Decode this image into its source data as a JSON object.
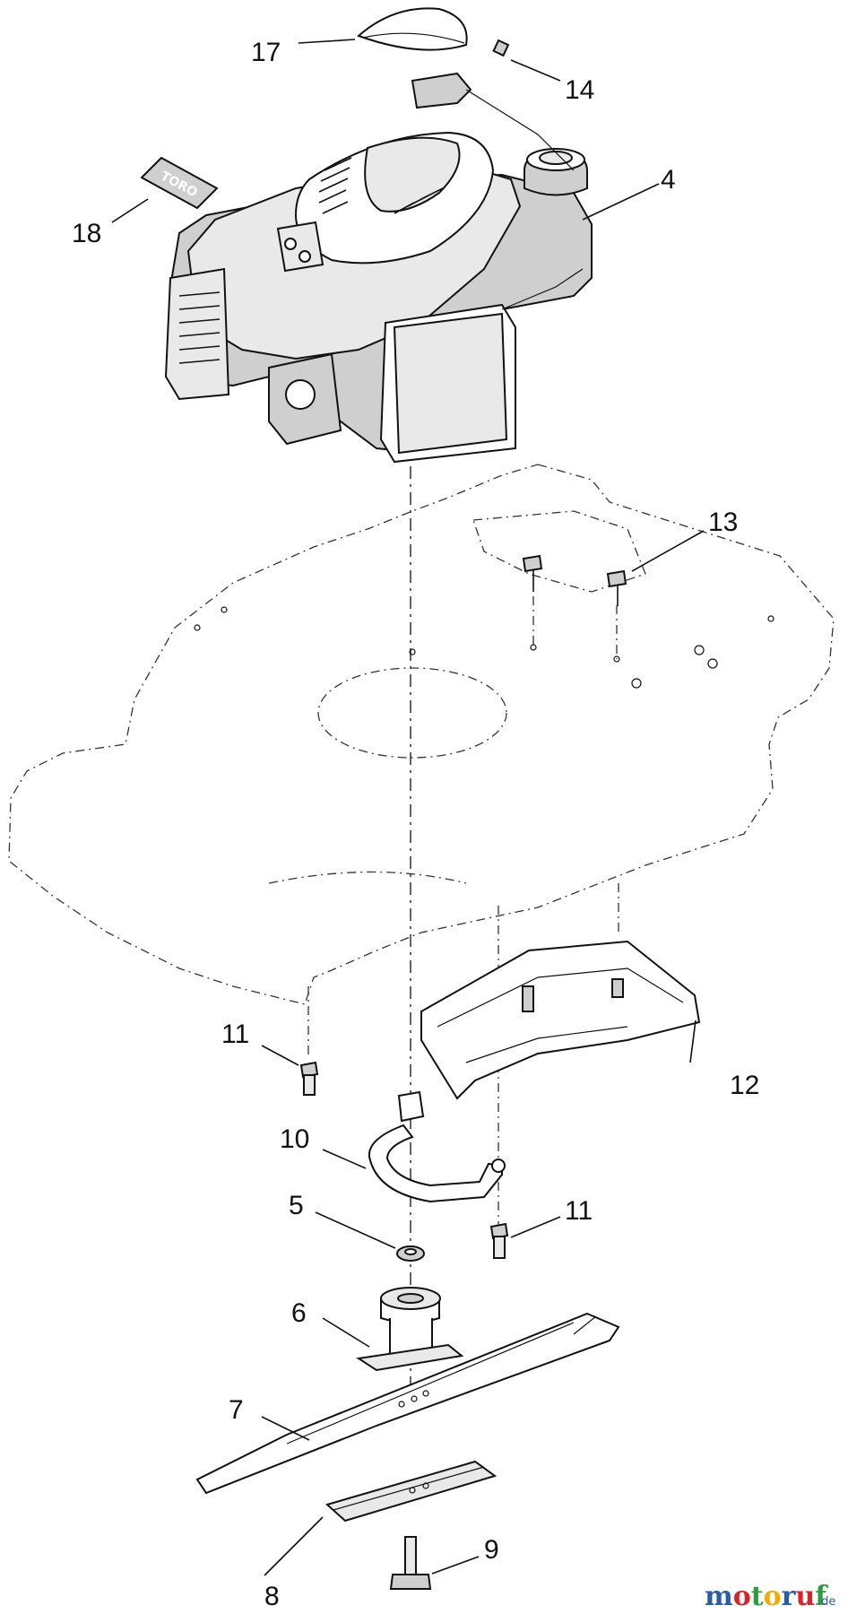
{
  "callouts": [
    {
      "id": "17",
      "label": "17"
    },
    {
      "id": "14",
      "label": "14"
    },
    {
      "id": "4",
      "label": "4"
    },
    {
      "id": "18",
      "label": "18"
    },
    {
      "id": "13",
      "label": "13"
    },
    {
      "id": "11a",
      "label": "11"
    },
    {
      "id": "12",
      "label": "12"
    },
    {
      "id": "10",
      "label": "10"
    },
    {
      "id": "5",
      "label": "5"
    },
    {
      "id": "11b",
      "label": "11"
    },
    {
      "id": "6",
      "label": "6"
    },
    {
      "id": "7",
      "label": "7"
    },
    {
      "id": "8",
      "label": "8"
    },
    {
      "id": "9",
      "label": "9"
    }
  ],
  "decal_text": "TORO",
  "watermark": {
    "brand": "motoruf",
    "tld": ".de",
    "colors": [
      "#2a5ca8",
      "#d8232a",
      "#2e9b3e",
      "#f2a900",
      "#2a5ca8",
      "#d8232a",
      "#2e9b3e"
    ]
  }
}
